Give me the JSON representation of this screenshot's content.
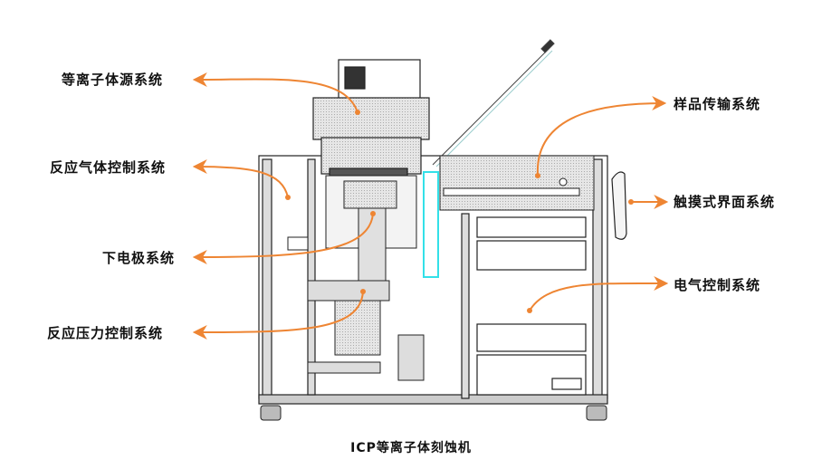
{
  "diagram": {
    "caption": "ICP等离子体刻蚀机",
    "accent_color": "#ee8533",
    "highlight_color": "#33e0e8",
    "labels": {
      "plasma_source": "等离子体源系统",
      "reaction_gas": "反应气体控制系统",
      "lower_electrode": "下电极系统",
      "reaction_pressure": "反应压力控制系统",
      "sample_transfer": "样品传输系统",
      "touch_interface": "触摸式界面系统",
      "electrical_control": "电气控制系统"
    }
  }
}
